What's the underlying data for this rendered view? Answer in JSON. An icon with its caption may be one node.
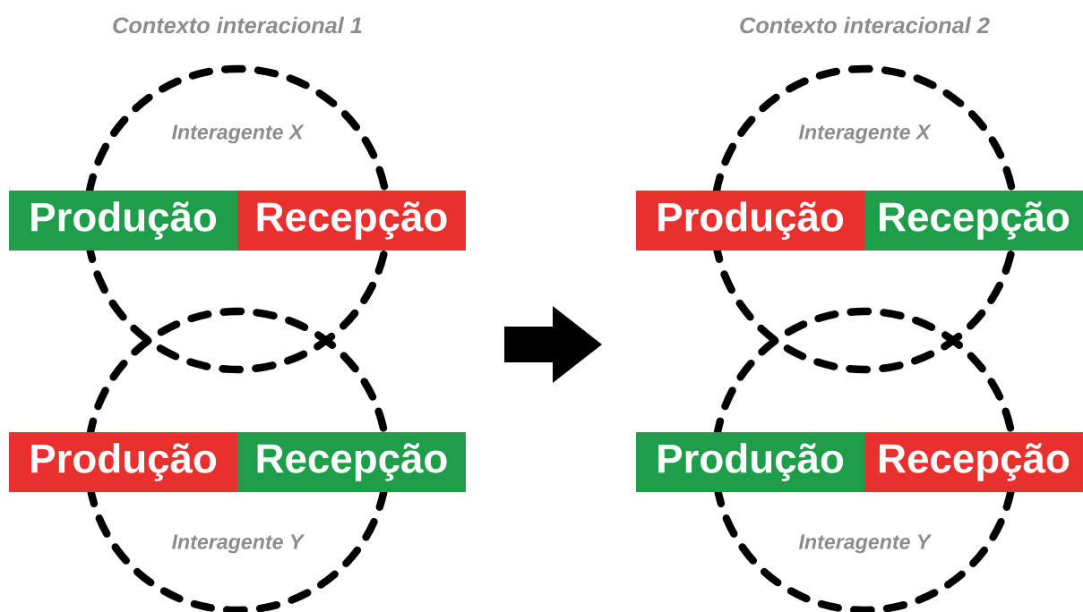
{
  "diagram": {
    "nodes": [
      {
        "text": [
          "Interagente X"
        ]
      },
      {
        "text": [
          "Produção"
        ]
      },
      {
        "text": [
          "Recepção"
        ]
      },
      {
        "text": [
          "Interagente Y"
        ]
      },
      {
        "text": [
          "Produção"
        ]
      },
      {
        "text": [
          "Recepção"
        ]
      },
      {
        "text": [
          "Interagente X"
        ]
      },
      {
        "text": [
          "Produção"
        ]
      },
      {
        "text": [
          "Recepção"
        ]
      },
      {
        "text": [
          "Interagente Y"
        ]
      },
      {
        "text": [
          "Produção"
        ]
      },
      {
        "text": [
          "Recepção"
        ]
      }
    ],
    "edges": [],
    "labels": [
      "Contexto interacional 1",
      "Contexto interacional 2"
    ]
  }
}
